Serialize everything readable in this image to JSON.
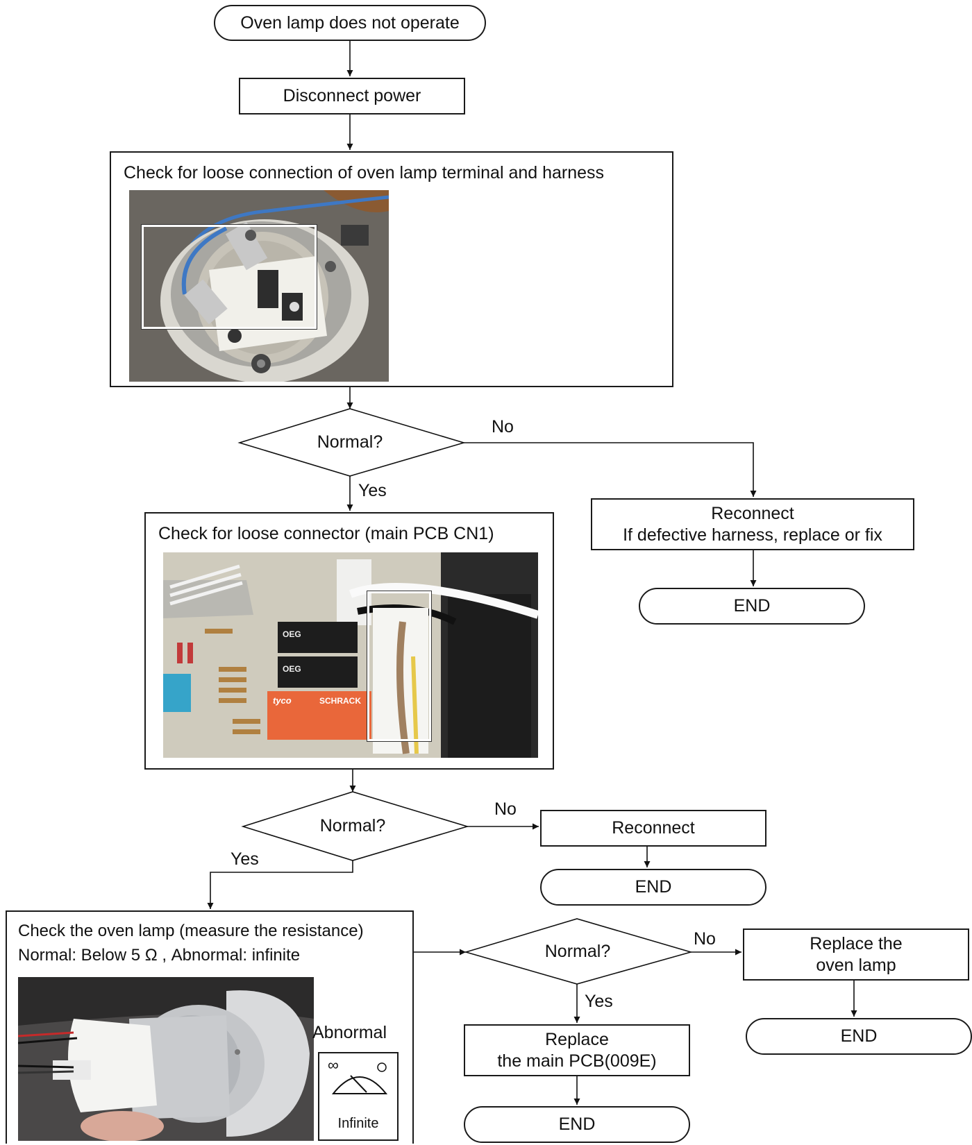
{
  "nodes": {
    "start": "Oven lamp does not operate",
    "disconnect": "Disconnect power",
    "check_terminal": "Check for loose connection of oven lamp terminal and harness",
    "decision1": "Normal?",
    "reconnect_fix_line1": "Reconnect",
    "reconnect_fix_line2": "If defective harness, replace or fix",
    "end1": "END",
    "check_connector": "Check for loose connector  (main PCB CN1)",
    "decision2": "Normal?",
    "reconnect": "Reconnect",
    "end2": "END",
    "check_lamp_line1": "Check the oven lamp (measure the resistance)",
    "check_lamp_line2": "Normal: Below 5 Ω , Abnormal: infinite",
    "decision3": "Normal?",
    "replace_lamp_line1": "Replace the",
    "replace_lamp_line2": "oven lamp",
    "end3": "END",
    "replace_pcb_line1": "Replace",
    "replace_pcb_line2": "the main PCB(009E)",
    "end4": "END"
  },
  "edge_labels": {
    "d1_no": "No",
    "d1_yes": "Yes",
    "d2_no": "No",
    "d2_yes": "Yes",
    "d3_no": "No",
    "d3_yes": "Yes"
  },
  "meter": {
    "title": "Abnormal",
    "reading": "Infinite",
    "symbol": "∞"
  },
  "relay_labels": {
    "tyco": "tyco",
    "schrack": "SCHRACK",
    "oeg": "OEG"
  }
}
